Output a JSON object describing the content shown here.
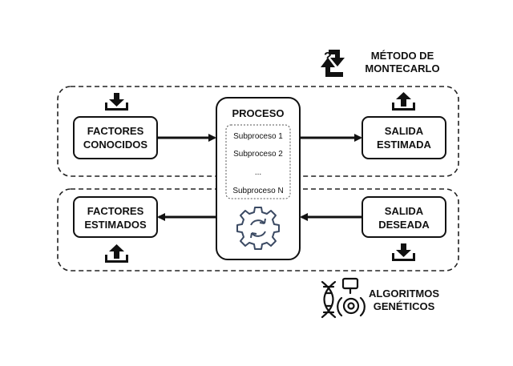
{
  "colors": {
    "ink": "#111111",
    "gear": "#3b4a63",
    "dashed": "#222222",
    "background": "#ffffff"
  },
  "montecarlo": {
    "icon": "repeat-question-icon",
    "line1": "MÉTODO DE",
    "line2": "MONTECARLO"
  },
  "genetic": {
    "icon": "dna-gear-icon",
    "line1": "ALGORITMOS",
    "line2": "GENÉTICOS"
  },
  "boxes": {
    "factores_conocidos": {
      "line1": "FACTORES",
      "line2": "CONOCIDOS",
      "icon": "download-tray-icon"
    },
    "factores_estimados": {
      "line1": "FACTORES",
      "line2": "ESTIMADOS",
      "icon": "upload-tray-icon"
    },
    "salida_estimada": {
      "line1": "SALIDA",
      "line2": "ESTIMADA",
      "icon": "upload-tray-icon"
    },
    "salida_deseada": {
      "line1": "SALIDA",
      "line2": "DESEADA",
      "icon": "download-tray-icon"
    }
  },
  "proceso": {
    "title": "PROCESO",
    "subprocesses": [
      "Subproceso 1",
      "Subproceso 2",
      "...",
      "Subproceso N"
    ],
    "icon": "gear-refresh-icon"
  }
}
